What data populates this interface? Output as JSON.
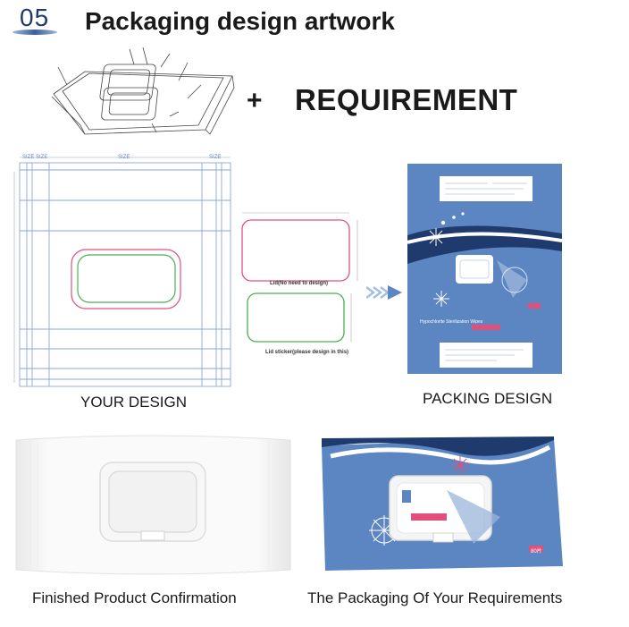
{
  "header": {
    "step": "05",
    "title": "Packaging design artwork",
    "plus": "+",
    "requirement": "REQUIREMENT"
  },
  "dieline": {
    "size_labels": [
      "SIZE",
      "SIZE",
      "SIZE",
      "SIZE"
    ],
    "lid_label": "Lid(No need to design)",
    "sticker_label": "Lid sticker(please design in this)"
  },
  "packing": {
    "product_name": "Hypochlorite Sterilization Wipes",
    "count": "80片"
  },
  "captions": {
    "your_design": "YOUR DESIGN",
    "packing_design": "PACKING DESIGN",
    "finished": "Finished Product Confirmation",
    "your_requirements": "The Packaging Of Your Requirements"
  },
  "colors": {
    "accent_blue": "#5b86c2",
    "dark_navy": "#1f3b6e",
    "lid_red": "#e0507a",
    "sticker_green": "#4caf50",
    "dieline_blue": "#8ea6d8"
  }
}
